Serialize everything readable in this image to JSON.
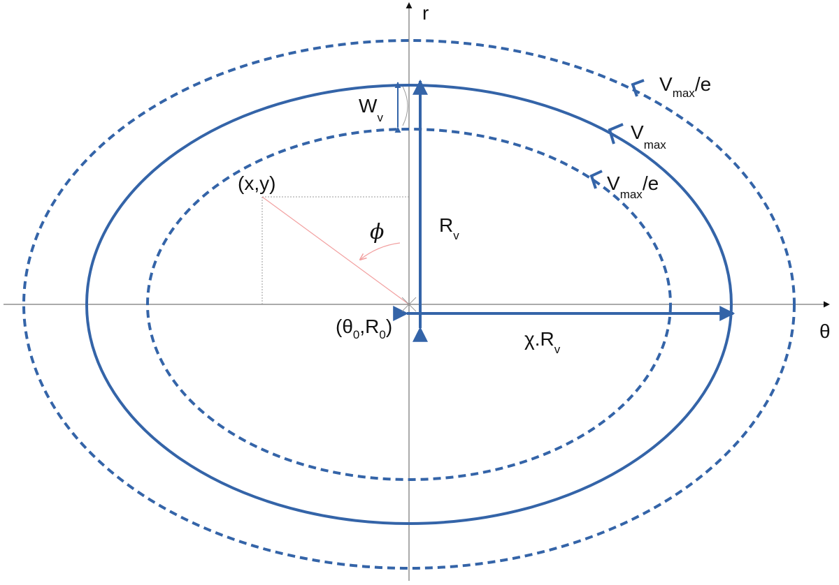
{
  "colors": {
    "ellipse": "#3464a8",
    "axis": "#555555",
    "guide": "#9a9a9a",
    "radius_line": "#f2a0a0",
    "text": "#111111"
  },
  "axes": {
    "vertical_label": "r",
    "horizontal_label": "θ"
  },
  "labels": {
    "point": "(x,y)",
    "angle": "ϕ",
    "center_open": "(θ",
    "center_theta_sub": "0",
    "center_sep": ",R",
    "center_r_sub": "0",
    "center_close": ")",
    "rv_main": "R",
    "rv_sub": "v",
    "width_main": "W",
    "width_sub": "v",
    "semi_major_prefix": "χ.R",
    "semi_major_sub": "v"
  },
  "contours": [
    {
      "id": "outer",
      "style": "dashed",
      "label_main": "V",
      "label_sub": "max",
      "label_suffix": "/e"
    },
    {
      "id": "middle",
      "style": "solid",
      "label_main": "V",
      "label_sub": "max",
      "label_suffix": ""
    },
    {
      "id": "inner",
      "style": "dashed",
      "label_main": "V",
      "label_sub": "max",
      "label_suffix": "/e"
    }
  ]
}
